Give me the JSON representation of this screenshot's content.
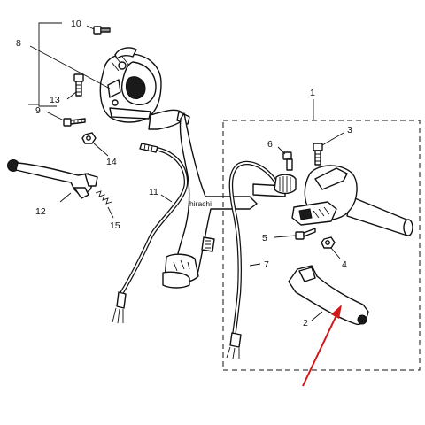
{
  "diagram": {
    "watermark": "hirachi",
    "callouts": [
      "1",
      "2",
      "3",
      "4",
      "5",
      "6",
      "7",
      "8",
      "9",
      "10",
      "11",
      "12",
      "13",
      "14",
      "15"
    ],
    "highlight_arrow_color": "#d01818",
    "line_color": "#111111"
  }
}
